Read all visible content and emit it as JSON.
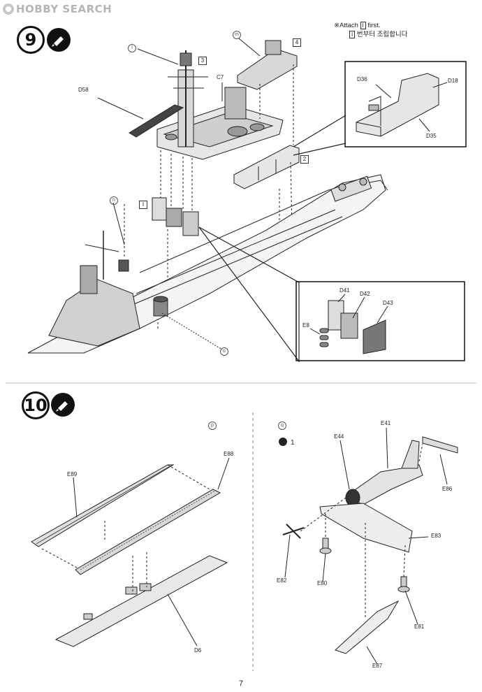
{
  "watermark": "HOBBY SEARCH",
  "steps": {
    "step9": "9",
    "step10": "10"
  },
  "note": {
    "line1_prefix": "※Attach",
    "line1_box": "I",
    "line1_suffix": "first.",
    "line2_box": "I",
    "line2_text": "번부터 조립합니다"
  },
  "subassemblies": {
    "l": "l",
    "m": "m",
    "n": "n",
    "o": "o",
    "p": "p",
    "q": "q"
  },
  "boxes": {
    "b3": "3",
    "b4": "4",
    "b2": "2",
    "bI": "I"
  },
  "labels": {
    "d58": "D58",
    "c7": "C7",
    "d36": "D36",
    "d18": "D18",
    "d35": "D35",
    "d41": "D41",
    "d42": "D42",
    "d43": "D43",
    "e8": "E8",
    "e88": "E88",
    "e89": "E89",
    "d6": "D6",
    "e41": "E41",
    "e44": "E44",
    "e86": "E86",
    "e83": "E83",
    "e82": "E82",
    "e80": "E80",
    "e81": "E81",
    "e87": "E87"
  },
  "quantity": "1",
  "page_number": "7"
}
